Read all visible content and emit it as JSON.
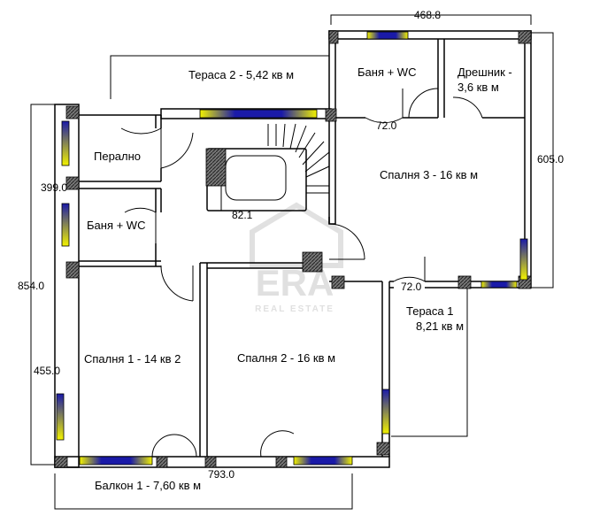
{
  "rooms": {
    "terrace2": "Тераса 2 - 5,42 кв м",
    "bath_top": "Баня + WC",
    "closet_l1": "Дрешник -",
    "closet_l2": "3,6 кв м",
    "laundry": "Перално",
    "bath_left": "Баня + WC",
    "bedroom3": "Спалня 3 - 16 кв м",
    "bedroom1": "Спалня 1 - 14 кв 2",
    "bedroom2": "Спалня 2 - 16 кв м",
    "terrace1_l1": "Тераса 1",
    "terrace1_l2": "8,21 кв м",
    "balcony1": "Балкон 1 - 7,60 кв м"
  },
  "dimensions": {
    "top": "468.8",
    "right": "605.0",
    "left_upper": "399.0",
    "left_total": "854.0",
    "left_lower": "455.0",
    "bottom": "793.0",
    "door_top": "72.0",
    "door_right": "72.0",
    "stair": "82.1"
  },
  "watermark": {
    "brand": "ERA",
    "sub": "REAL ESTATE"
  },
  "colors": {
    "wall": "#000000",
    "window_blue": "#1a1aa8",
    "window_yellow": "#f2f200",
    "hatch": "#555555",
    "watermark": "#c8c8c8"
  }
}
